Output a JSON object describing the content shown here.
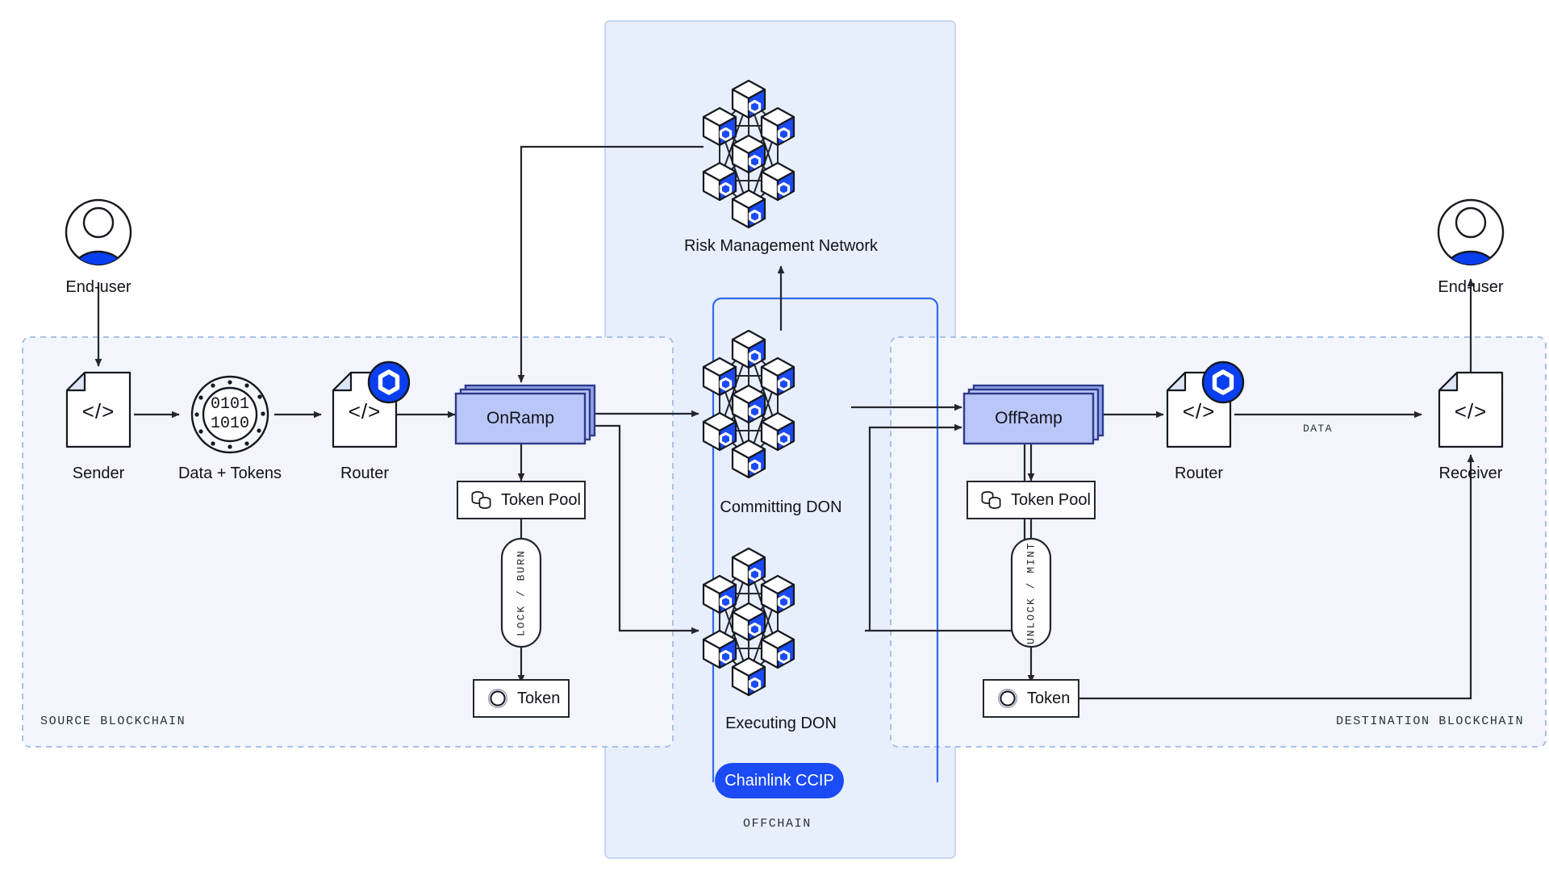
{
  "diagram": {
    "title": "Chainlink CCIP cross-chain architecture",
    "colors": {
      "brand_blue": "#1a4bf5",
      "ramp_fill": "#b9c6f7",
      "ramp_stroke": "#2f3a8c",
      "ramp_shadow": "#5b75d6",
      "zone_fill": "#f2f5fc",
      "zone_stroke": "#aac0e8",
      "offchain_fill": "#e8effc",
      "offchain_stroke": "#c8d8f2",
      "line": "#23262e",
      "ccip_bracket": "#2f6bf0",
      "cube_face": "#1a4bf5",
      "cube_top": "#ffffff"
    }
  },
  "zones": [
    {
      "id": "source",
      "label": "SOURCE BLOCKCHAIN"
    },
    {
      "id": "destination",
      "label": "DESTINATION BLOCKCHAIN"
    },
    {
      "id": "offchain",
      "label": "OFFCHAIN"
    }
  ],
  "actors": {
    "end_user_left": {
      "label": "End-user",
      "icon": "user-avatar-icon"
    },
    "end_user_right": {
      "label": "End-user",
      "icon": "user-avatar-icon"
    }
  },
  "nodes": {
    "sender": {
      "label": "Sender",
      "icon": "code-document-icon",
      "glyph": "</>"
    },
    "data_tokens": {
      "label": "Data + Tokens",
      "icon": "binary-coin-icon",
      "line1": "0101",
      "line2": "1010"
    },
    "router_src": {
      "label": "Router",
      "icon": "code-document-icon",
      "glyph": "</>",
      "badge": "chainlink-hex-icon"
    },
    "onramp": {
      "label": "OnRamp"
    },
    "token_pool_src": {
      "label": "Token Pool",
      "icon": "token-pool-icon"
    },
    "token_src": {
      "label": "Token",
      "icon": "token-ring-icon"
    },
    "rmn": {
      "label": "Risk Management Network",
      "icon": "don-cluster-icon"
    },
    "committing_don": {
      "label": "Committing DON",
      "icon": "don-cluster-icon"
    },
    "executing_don": {
      "label": "Executing DON",
      "icon": "don-cluster-icon"
    },
    "offramp": {
      "label": "OffRamp"
    },
    "token_pool_dst": {
      "label": "Token Pool",
      "icon": "token-pool-icon"
    },
    "token_dst": {
      "label": "Token",
      "icon": "token-ring-icon"
    },
    "router_dst": {
      "label": "Router",
      "icon": "code-document-icon",
      "glyph": "</>",
      "badge": "chainlink-hex-icon"
    },
    "receiver": {
      "label": "Receiver",
      "icon": "code-document-icon",
      "glyph": "</>"
    },
    "ccip_pill": {
      "label": "Chainlink CCIP"
    }
  },
  "edge_labels": {
    "lock_burn": "LOCK / BURN",
    "unlock_mint": "UNLOCK / MINT",
    "data": "DATA"
  }
}
